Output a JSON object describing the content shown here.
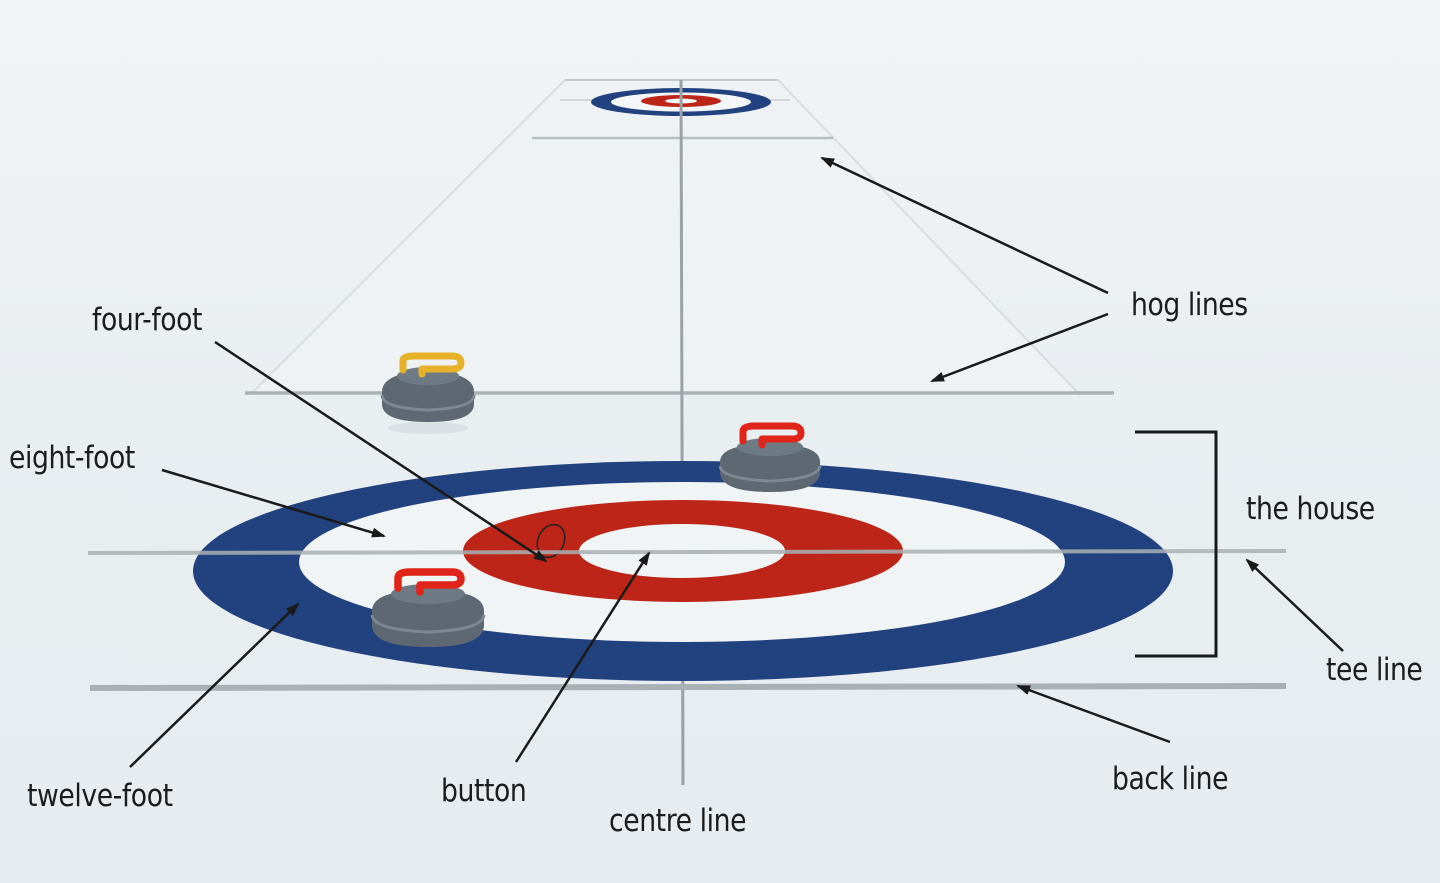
{
  "labels": {
    "hog_lines": "hog lines",
    "four_foot": "four-foot",
    "eight_foot": "eight-foot",
    "the_house": "the house",
    "tee_line": "tee line",
    "twelve_foot": "twelve-foot",
    "button": "button",
    "centre_line": "centre line",
    "back_line": "back line"
  },
  "colors": {
    "blue_ring": "#22417f",
    "red_ring": "#bd2518",
    "ice": "#eaf0f2",
    "line": "#a9b1b5",
    "stone_body": "#5d6872",
    "handle_red": "#e0241a",
    "handle_yellow": "#e8b12a",
    "text": "#1c1c1c"
  },
  "stones": [
    {
      "handle": "yellow",
      "position": "between hog line and house, left"
    },
    {
      "handle": "red",
      "position": "on twelve-foot, top right"
    },
    {
      "handle": "red",
      "position": "on eight-foot, bottom left"
    }
  ]
}
